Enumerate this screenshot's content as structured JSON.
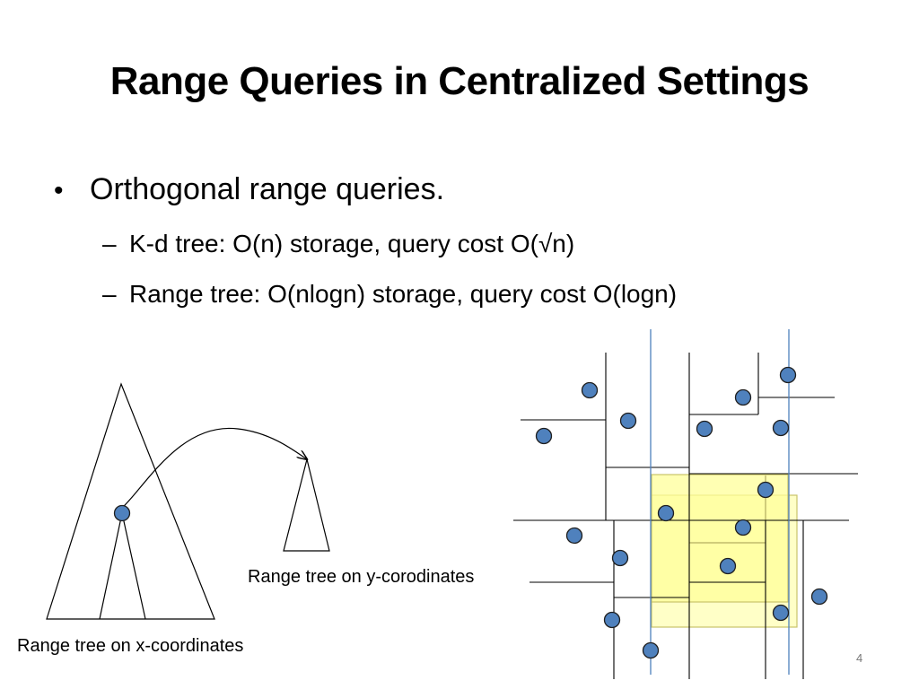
{
  "slide": {
    "title": "Range Queries in Centralized Settings",
    "bullet": "Orthogonal range queries.",
    "bullet_marker": "•",
    "sub_marker": "–",
    "sub_items": [
      "K-d tree: O(n) storage, query cost O(√n)",
      "Range tree: O(nlogn) storage, query cost O(logn)"
    ],
    "page_number": "4"
  },
  "range_tree_diagram": {
    "x_tree_label": "Range tree on x-coordinates",
    "y_tree_label": "Range tree on y-corodinates"
  },
  "colors": {
    "point_fill": "#4f81bd",
    "point_stroke": "#1f1f1f",
    "query_fill": "#ffff99",
    "query_stroke": "#c9c36a",
    "query_line": "#4f81bd"
  }
}
